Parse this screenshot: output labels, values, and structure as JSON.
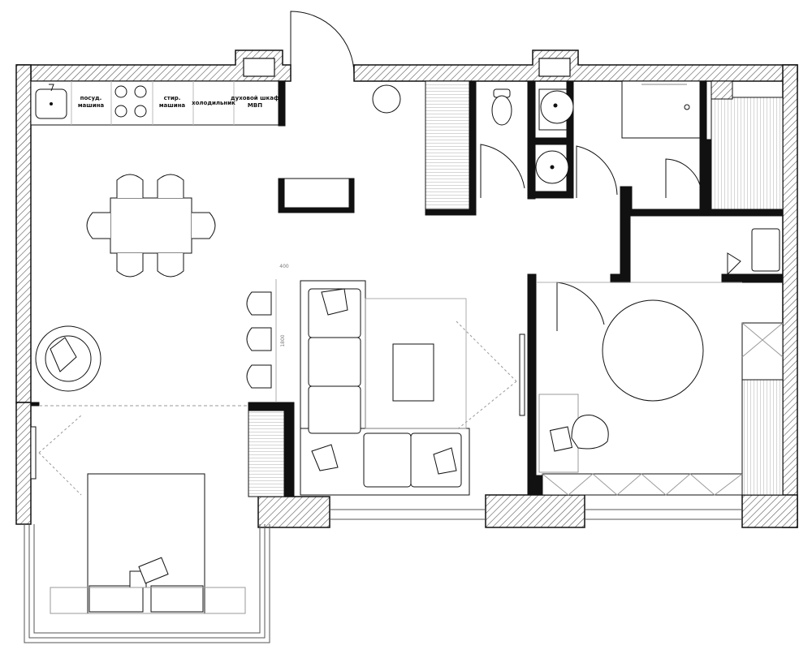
{
  "kitchen": {
    "labels": [
      {
        "id": "dishwasher",
        "line1": "посуд.",
        "line2": "машина"
      },
      {
        "id": "washer",
        "line1": "стир.",
        "line2": "машина"
      },
      {
        "id": "fridge",
        "line1": "холодильник",
        "line2": ""
      },
      {
        "id": "oven",
        "line1": "духовой шкаф",
        "line2": "МВП"
      }
    ]
  },
  "dimensions": {
    "width_label": "400",
    "height_label": "1800"
  },
  "colors": {
    "wall_fill": "#ffffff",
    "wall_hatch": "#555555",
    "line": "#111111",
    "thin": "#888888"
  }
}
